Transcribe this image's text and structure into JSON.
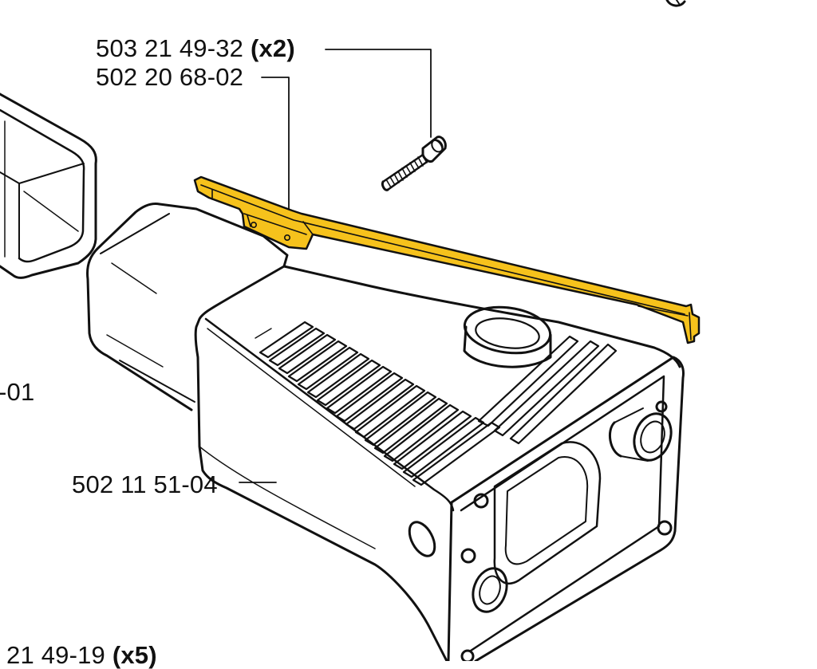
{
  "colors": {
    "highlight": "#F6C21C",
    "line": "#111111",
    "background": "#FFFFFF"
  },
  "callouts": [
    {
      "id": "screw",
      "part_number": "503 21 49-32",
      "qty": "(x2)"
    },
    {
      "id": "strip",
      "part_number": "502 20 68-02",
      "qty": ""
    },
    {
      "id": "cut-left",
      "part_number": "-01",
      "qty": ""
    },
    {
      "id": "housing",
      "part_number": "502 11 51-04",
      "qty": ""
    },
    {
      "id": "cut-bottom",
      "part_number": "21 49-19",
      "qty": "(x5)"
    }
  ]
}
